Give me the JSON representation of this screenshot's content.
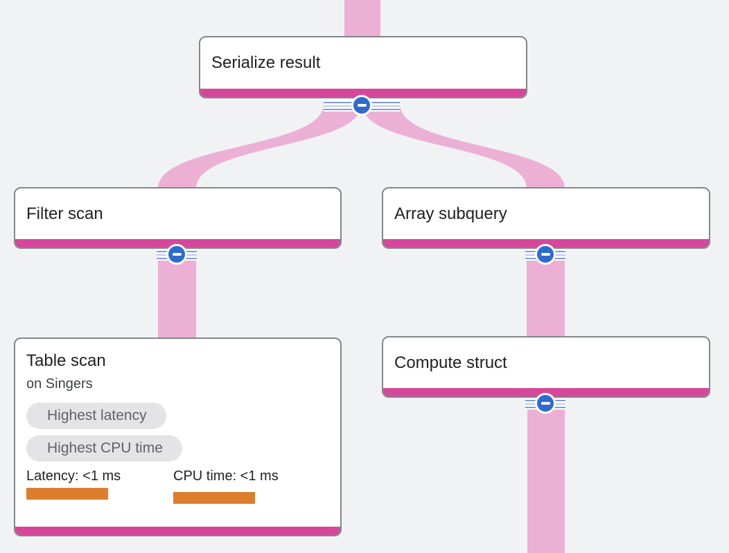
{
  "diagram": {
    "type": "query-execution-plan-tree",
    "colors": {
      "background": "#f1f2f4",
      "flow_edge_pink": "#ecb0d4",
      "node_accent_magenta": "#d6479b",
      "collapse_button_blue": "#2f6ace",
      "metric_bar_orange": "#dd7e2d",
      "badge_background": "#e4e4e7",
      "badge_text": "#5f6368",
      "node_border": "#82878c",
      "title_text": "#202124"
    },
    "nodes": [
      {
        "id": "serialize-result",
        "title": "Serialize result",
        "collapse_icon": "minus-icon"
      },
      {
        "id": "filter-scan",
        "title": "Filter scan",
        "collapse_icon": "minus-icon"
      },
      {
        "id": "array-subquery",
        "title": "Array subquery",
        "collapse_icon": "minus-icon"
      },
      {
        "id": "table-scan",
        "title": "Table scan",
        "subtitle": "on Singers",
        "badges": [
          {
            "label": "Highest latency"
          },
          {
            "label": "Highest CPU time"
          }
        ],
        "metrics": [
          {
            "label": "Latency: <1 ms"
          },
          {
            "label": "CPU time: <1 ms"
          }
        ]
      },
      {
        "id": "compute-struct",
        "title": "Compute struct",
        "collapse_icon": "minus-icon"
      }
    ],
    "edges": [
      {
        "from": "offscreen-above",
        "to": "serialize-result"
      },
      {
        "from": "serialize-result",
        "to": "filter-scan"
      },
      {
        "from": "serialize-result",
        "to": "array-subquery"
      },
      {
        "from": "filter-scan",
        "to": "table-scan"
      },
      {
        "from": "array-subquery",
        "to": "compute-struct"
      },
      {
        "from": "compute-struct",
        "to": "offscreen-below"
      }
    ]
  }
}
